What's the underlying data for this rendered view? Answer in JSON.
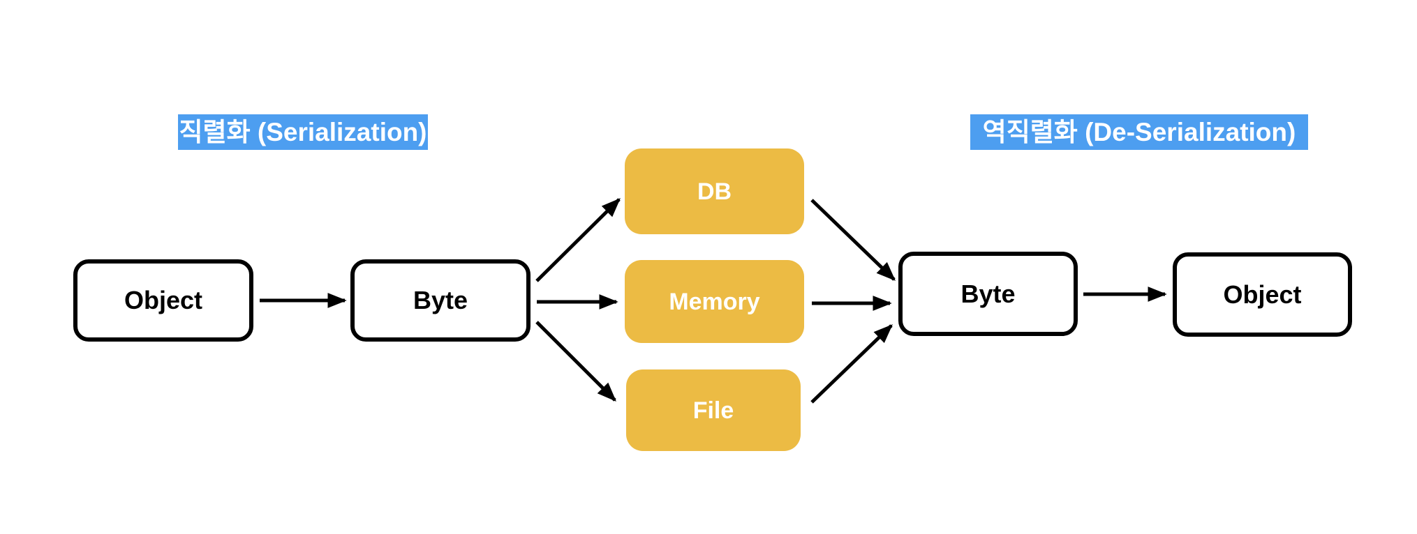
{
  "colors": {
    "background": "#FFFFFF",
    "label_bg": "#4D9EF0",
    "label_text": "#FFFFFF",
    "node_border": "#000000",
    "node_text": "#000000",
    "store_bg": "#ECBB44",
    "store_text": "#FFFFFF",
    "arrow": "#000000"
  },
  "labels": {
    "serialization": "직렬화 (Serialization)",
    "deserialization": "역직렬화 (De-Serialization)"
  },
  "nodes": {
    "object_left": "Object",
    "byte_left": "Byte",
    "db": "DB",
    "memory": "Memory",
    "file": "File",
    "byte_right": "Byte",
    "object_right": "Object"
  },
  "edges": [
    {
      "from": "object_left",
      "to": "byte_left"
    },
    {
      "from": "byte_left",
      "to": "db"
    },
    {
      "from": "byte_left",
      "to": "memory"
    },
    {
      "from": "byte_left",
      "to": "file"
    },
    {
      "from": "db",
      "to": "byte_right"
    },
    {
      "from": "memory",
      "to": "byte_right"
    },
    {
      "from": "file",
      "to": "byte_right"
    },
    {
      "from": "byte_right",
      "to": "object_right"
    }
  ]
}
